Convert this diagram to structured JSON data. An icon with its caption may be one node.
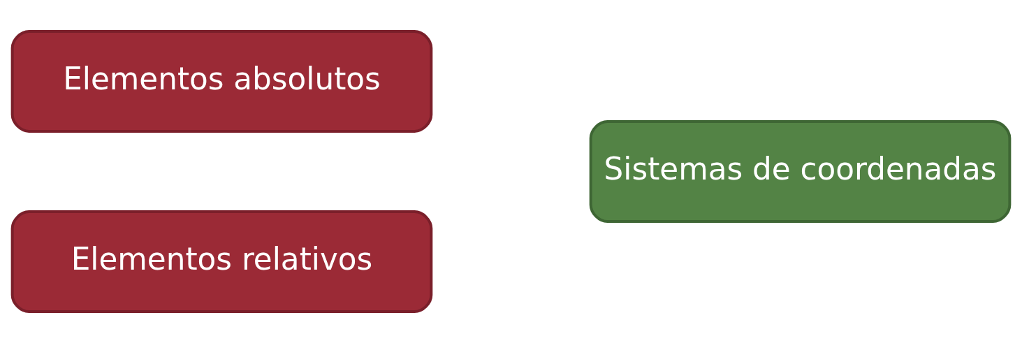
{
  "diagram": {
    "nodes": [
      {
        "text": [
          "Elementos absolutos"
        ]
      },
      {
        "text": [
          "Elementos relativos"
        ]
      },
      {
        "text": [
          "Sistemas de coordenadas"
        ]
      }
    ]
  }
}
